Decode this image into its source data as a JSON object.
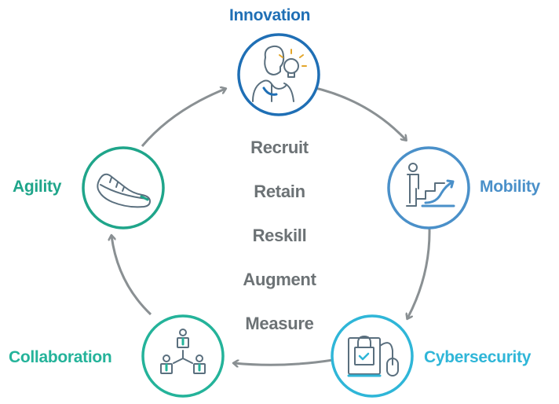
{
  "nodes": [
    {
      "key": "innovation",
      "label": "Innovation",
      "icon": "person-lightbulb-icon",
      "color": "#1f6fb5"
    },
    {
      "key": "mobility",
      "label": "Mobility",
      "icon": "person-stairs-icon",
      "color": "#4a90c9"
    },
    {
      "key": "cybersecurity",
      "label": "Cybersecurity",
      "icon": "lock-computer-icon",
      "color": "#2fb6d8"
    },
    {
      "key": "collaboration",
      "label": "Collaboration",
      "icon": "team-network-icon",
      "color": "#24b39a"
    },
    {
      "key": "agility",
      "label": "Agility",
      "icon": "sneaker-icon",
      "color": "#1fa58a"
    }
  ],
  "center": [
    "Recruit",
    "Retain",
    "Reskill",
    "Augment",
    "Measure"
  ],
  "colors": {
    "arrow": "#8a9093",
    "center_text": "#6c7275"
  }
}
